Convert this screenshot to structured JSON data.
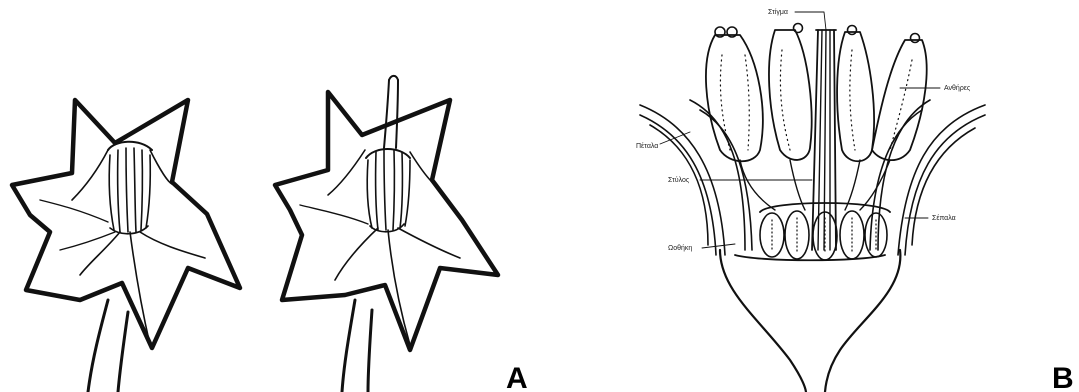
{
  "panels": [
    {
      "letter": "A"
    },
    {
      "letter": "B"
    }
  ],
  "labels": {
    "stigma": "Στίγμα",
    "anthers": "Ανθήρες",
    "petals": "Πέταλα",
    "style": "Στύλος",
    "sepals": "Σέπαλα",
    "ovules": "Ωοθήκη"
  }
}
